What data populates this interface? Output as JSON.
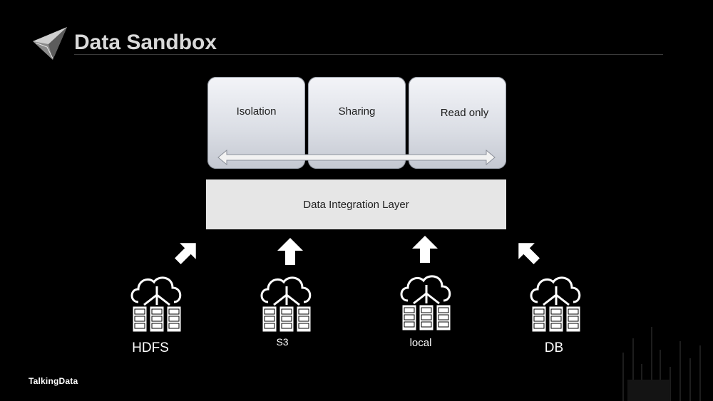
{
  "slide": {
    "title": "Data Sandbox",
    "brand": "TalkingData"
  },
  "diagram": {
    "properties": [
      "Isolation",
      "Sharing",
      "Read only"
    ],
    "layer": "Data Integration Layer",
    "sources": [
      "HDFS",
      "S3",
      "local",
      "DB"
    ]
  },
  "colors": {
    "background": "#000000",
    "title": "#d9d9d9",
    "box": "#e6e6e6",
    "text": "#1e1e1e"
  },
  "icons": {
    "logo": "paper-plane-logo-icon",
    "source": "cloud-server-icon",
    "flow": "arrow-up-icon",
    "span": "double-arrow-icon"
  }
}
